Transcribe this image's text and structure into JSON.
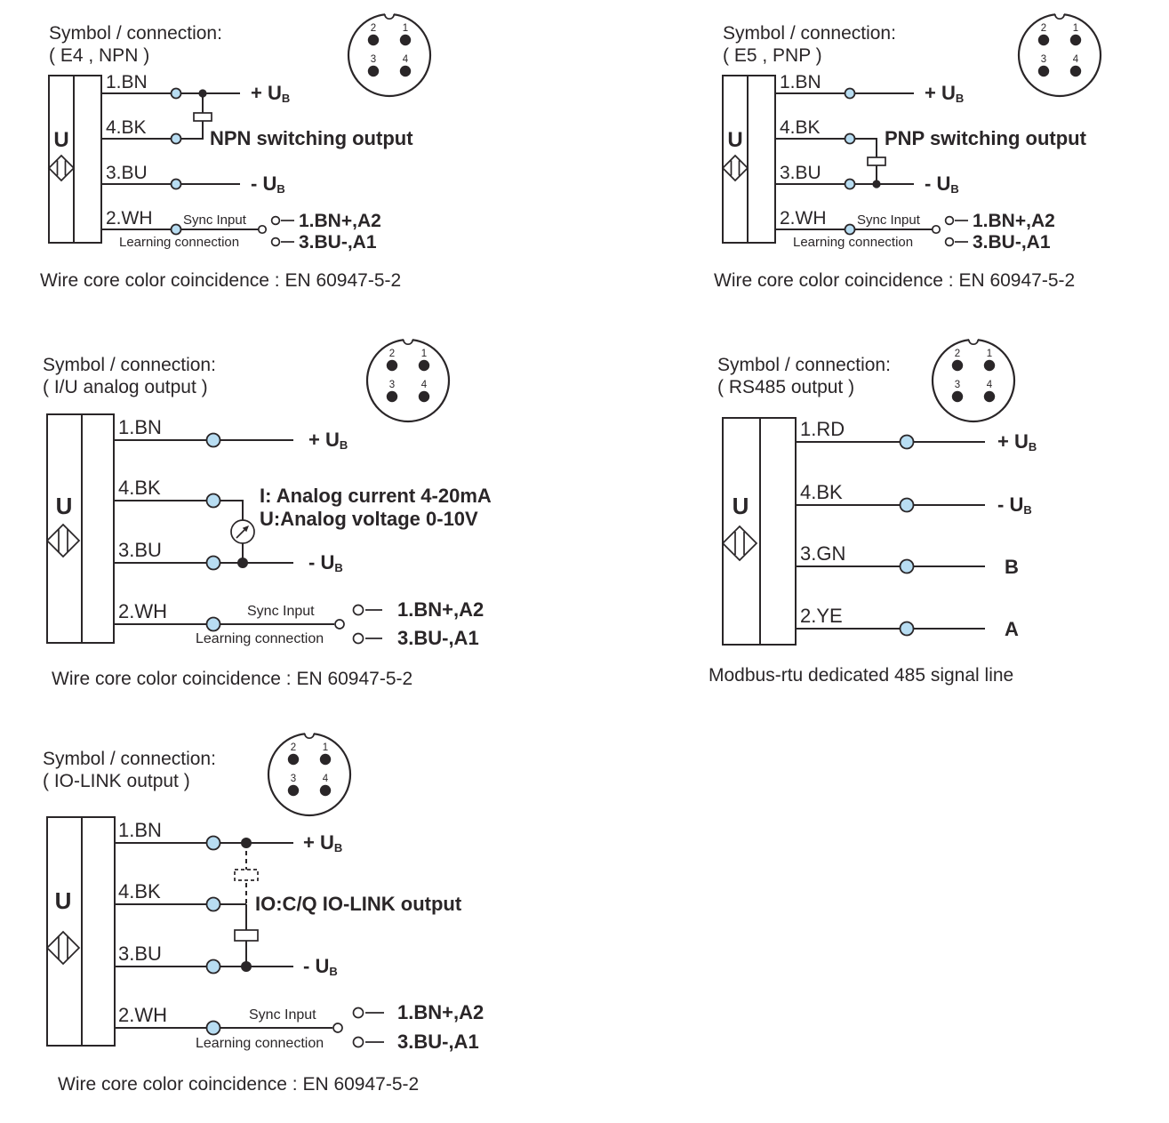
{
  "colors": {
    "ink": "#2a2628",
    "pin_fill": "#b8ddf2"
  },
  "diagrams": {
    "e4_npn": {
      "title_line1": "Symbol / connection:",
      "title_line2": "( E4 , NPN )",
      "sensor_letter": "U",
      "pin_numbers": [
        "2",
        "1",
        "3",
        "4"
      ],
      "wires": [
        "1.BN",
        "4.BK",
        "3.BU",
        "2.WH"
      ],
      "output_label": "NPN switching output",
      "supply_plus": "+ U",
      "supply_minus": "- U",
      "supply_sub": "B",
      "sync_label": "Sync Input",
      "learning_label": "Learning connection",
      "terminal_top": "1.BN+,A2",
      "terminal_bottom": "3.BU-,A1",
      "caption": "Wire core color coincidence : EN 60947-5-2"
    },
    "e5_pnp": {
      "title_line1": "Symbol / connection:",
      "title_line2": "( E5 , PNP )",
      "sensor_letter": "U",
      "pin_numbers": [
        "2",
        "1",
        "3",
        "4"
      ],
      "wires": [
        "1.BN",
        "4.BK",
        "3.BU",
        "2.WH"
      ],
      "output_label": "PNP switching output",
      "supply_plus": "+ U",
      "supply_minus": "- U",
      "supply_sub": "B",
      "sync_label": "Sync Input",
      "learning_label": "Learning connection",
      "terminal_top": "1.BN+,A2",
      "terminal_bottom": "3.BU-,A1",
      "caption": "Wire core color coincidence : EN 60947-5-2"
    },
    "analog": {
      "title_line1": "Symbol / connection:",
      "title_line2": "( I/U analog output )",
      "sensor_letter": "U",
      "pin_numbers": [
        "2",
        "1",
        "3",
        "4"
      ],
      "wires": [
        "1.BN",
        "4.BK",
        "3.BU",
        "2.WH"
      ],
      "output_label_line1": "I: Analog current 4-20mA",
      "output_label_line2": "U:Analog voltage 0-10V",
      "supply_plus": "+ U",
      "supply_minus": "- U",
      "supply_sub": "B",
      "sync_label": "Sync Input",
      "learning_label": "Learning connection",
      "terminal_top": "1.BN+,A2",
      "terminal_bottom": "3.BU-,A1",
      "caption": "Wire core color coincidence : EN 60947-5-2"
    },
    "rs485": {
      "title_line1": "Symbol / connection:",
      "title_line2": "( RS485 output )",
      "sensor_letter": "U",
      "pin_numbers": [
        "2",
        "1",
        "3",
        "4"
      ],
      "wires": [
        "1.RD",
        "4.BK",
        "3.GN",
        "2.YE"
      ],
      "supply_plus": "+ U",
      "supply_minus": "- U",
      "supply_sub": "B",
      "line_b": "B",
      "line_a": "A",
      "caption": "Modbus-rtu dedicated 485 signal line"
    },
    "iolink": {
      "title_line1": "Symbol / connection:",
      "title_line2": "( IO-LINK output )",
      "sensor_letter": "U",
      "pin_numbers": [
        "2",
        "1",
        "3",
        "4"
      ],
      "wires": [
        "1.BN",
        "4.BK",
        "3.BU",
        "2.WH"
      ],
      "output_label": "IO:C/Q IO-LINK output",
      "supply_plus": "+ U",
      "supply_minus": "- U",
      "supply_sub": "B",
      "sync_label": "Sync Input",
      "learning_label": "Learning connection",
      "terminal_top": "1.BN+,A2",
      "terminal_bottom": "3.BU-,A1",
      "caption": "Wire core color coincidence : EN 60947-5-2"
    }
  }
}
